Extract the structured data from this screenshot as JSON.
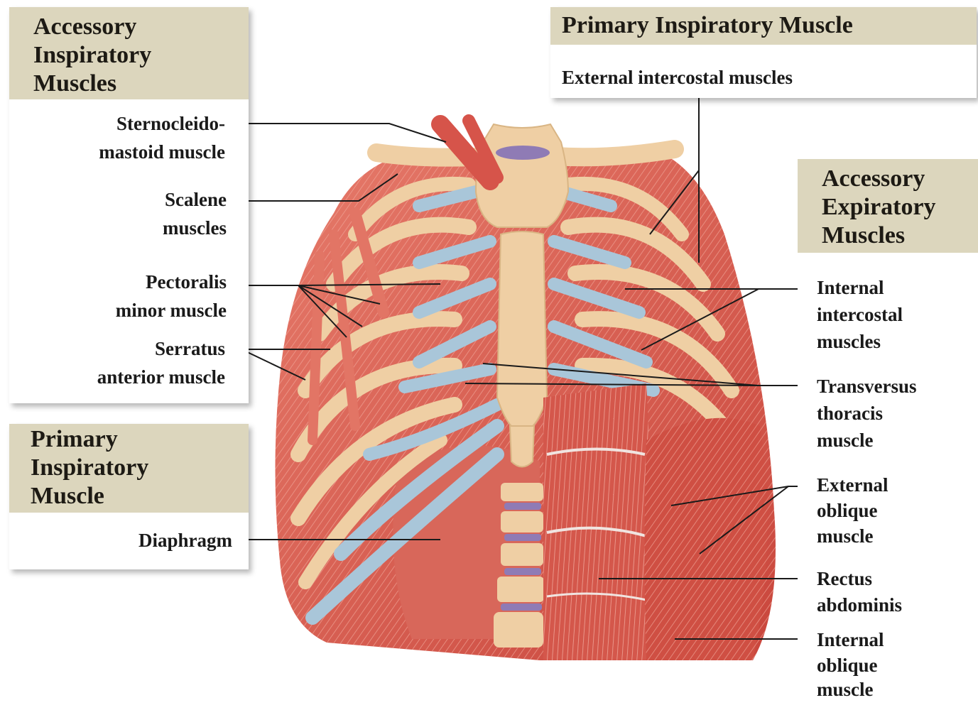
{
  "boxes": {
    "accessory_inspiratory": {
      "title_l1": "Accessory",
      "title_l2": "Inspiratory",
      "title_l3": "Muscles"
    },
    "primary_inspiratory_top": {
      "title": "Primary Inspiratory Muscle",
      "item": "External intercostal muscles"
    },
    "accessory_expiratory": {
      "title_l1": "Accessory",
      "title_l2": "Expiratory",
      "title_l3": "Muscles"
    },
    "primary_inspiratory_left": {
      "title_l1": "Primary",
      "title_l2": "Inspiratory",
      "title_l3": "Muscle",
      "item": "Diaphragm"
    }
  },
  "labels_left": {
    "sternocleidomastoid_l1": "Sternocleido-",
    "sternocleidomastoid_l2": "mastoid muscle",
    "scalene_l1": "Scalene",
    "scalene_l2": "muscles",
    "pectoralis_l1": "Pectoralis",
    "pectoralis_l2": "minor muscle",
    "serratus_l1": "Serratus",
    "serratus_l2": "anterior muscle"
  },
  "labels_right": {
    "internal_intercostal_l1": "Internal",
    "internal_intercostal_l2": "intercostal",
    "internal_intercostal_l3": "muscles",
    "transversus_l1": "Transversus",
    "transversus_l2": "thoracis",
    "transversus_l3": "muscle",
    "external_oblique_l1": "External",
    "external_oblique_l2": "oblique",
    "external_oblique_l3": "muscle",
    "rectus_l1": "Rectus",
    "rectus_l2": "abdominis",
    "internal_oblique_l1": "Internal",
    "internal_oblique_l2": "oblique",
    "internal_oblique_l3": "muscle"
  },
  "colors": {
    "header_fill": "#dcd6bd",
    "muscle": "#d9574a",
    "muscle_light": "#e98a7c",
    "bone": "#f0d2a8",
    "cartilage": "#a9c6d9",
    "disc": "#8f7bb5",
    "leader": "#1a1a1a"
  }
}
